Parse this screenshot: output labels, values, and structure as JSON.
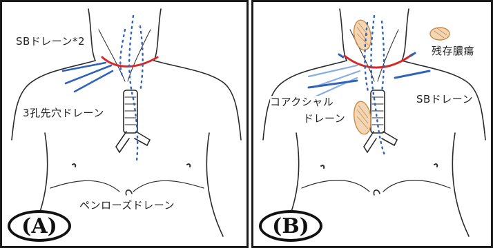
{
  "panel_a": {
    "badge": "(A)",
    "labels": {
      "sb_drain": "SBドレーン*2",
      "three_hole_drain": "3孔先穴ドレーン",
      "penrose_drain": "ペンローズドレーン"
    }
  },
  "panel_b": {
    "badge": "(B)",
    "labels": {
      "residual_abscess": "残存膿瘍",
      "sb_drain": "SBドレーン",
      "coaxial_line1": "コアクシャル",
      "coaxial_line2": "ドレーン"
    }
  },
  "colors": {
    "outline": "#2a2a2a",
    "drain_blue": "#2f62b8",
    "drain_light": "#86aee0",
    "incision_red": "#d42a2a",
    "abscess_fill": "#e9b47a"
  }
}
